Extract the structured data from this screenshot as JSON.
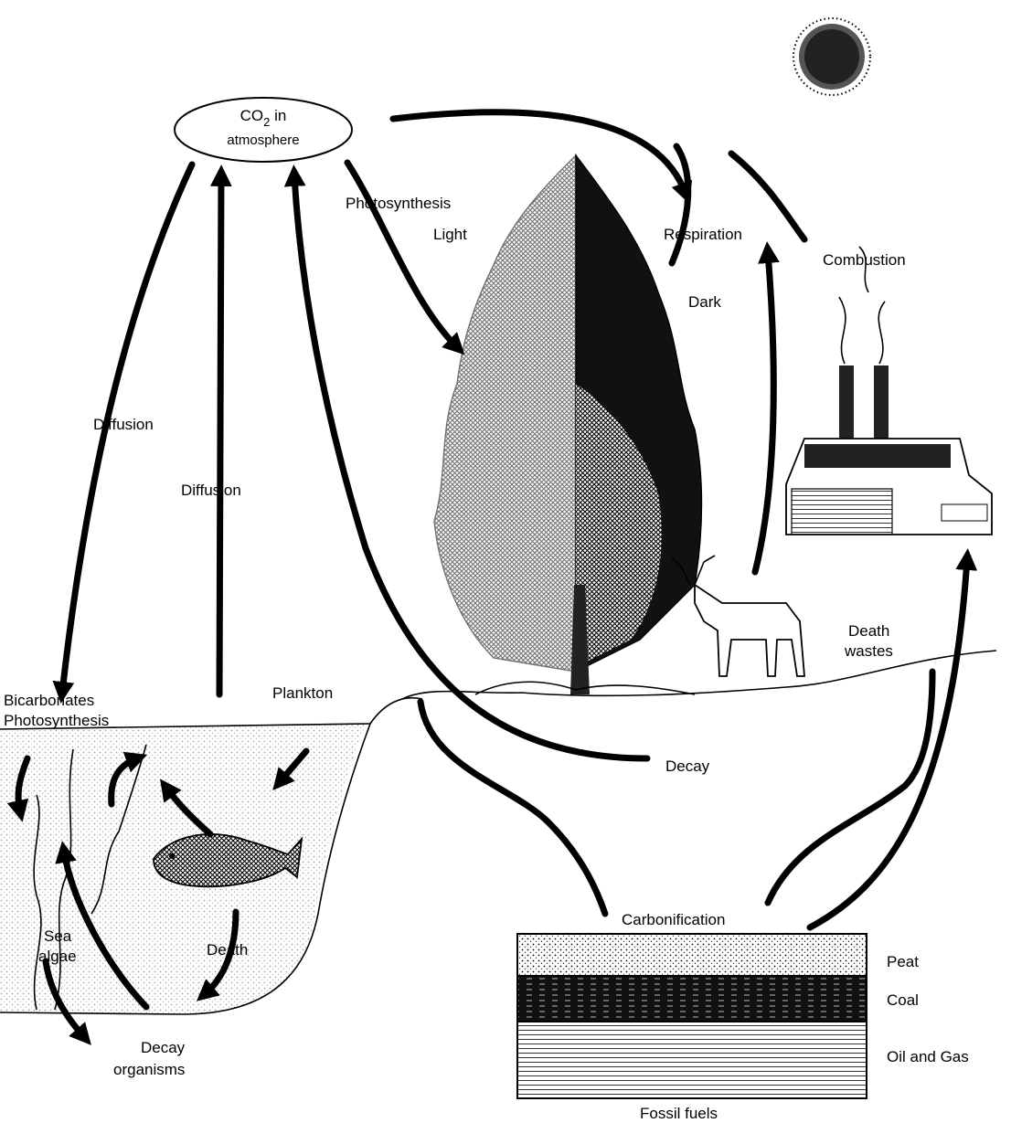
{
  "atmosphere": {
    "line1": "CO",
    "sub": "2",
    "line1_tail": " in",
    "line2": "atmosphere"
  },
  "labels": {
    "photosynthesis": "Photosynthesis",
    "light": "Light",
    "respiration": "Respiration",
    "dark": "Dark",
    "combustion": "Combustion",
    "diffusion_left": "Diffusion",
    "diffusion_mid": "Diffusion",
    "bicarbonates": "Bicarbonates",
    "ocean_photosynthesis": "Photosynthesis",
    "plankton": "Plankton",
    "death_wastes_1": "Death",
    "death_wastes_2": "wastes",
    "decay": "Decay",
    "sea_algae_1": "Sea",
    "sea_algae_2": "algae",
    "death": "Death",
    "decay_organisms_1": "Decay",
    "decay_organisms_2": "organisms",
    "carbonification": "Carbonification",
    "peat": "Peat",
    "coal": "Coal",
    "oil_and_gas": "Oil and Gas",
    "fossil_fuels": "Fossil fuels"
  }
}
